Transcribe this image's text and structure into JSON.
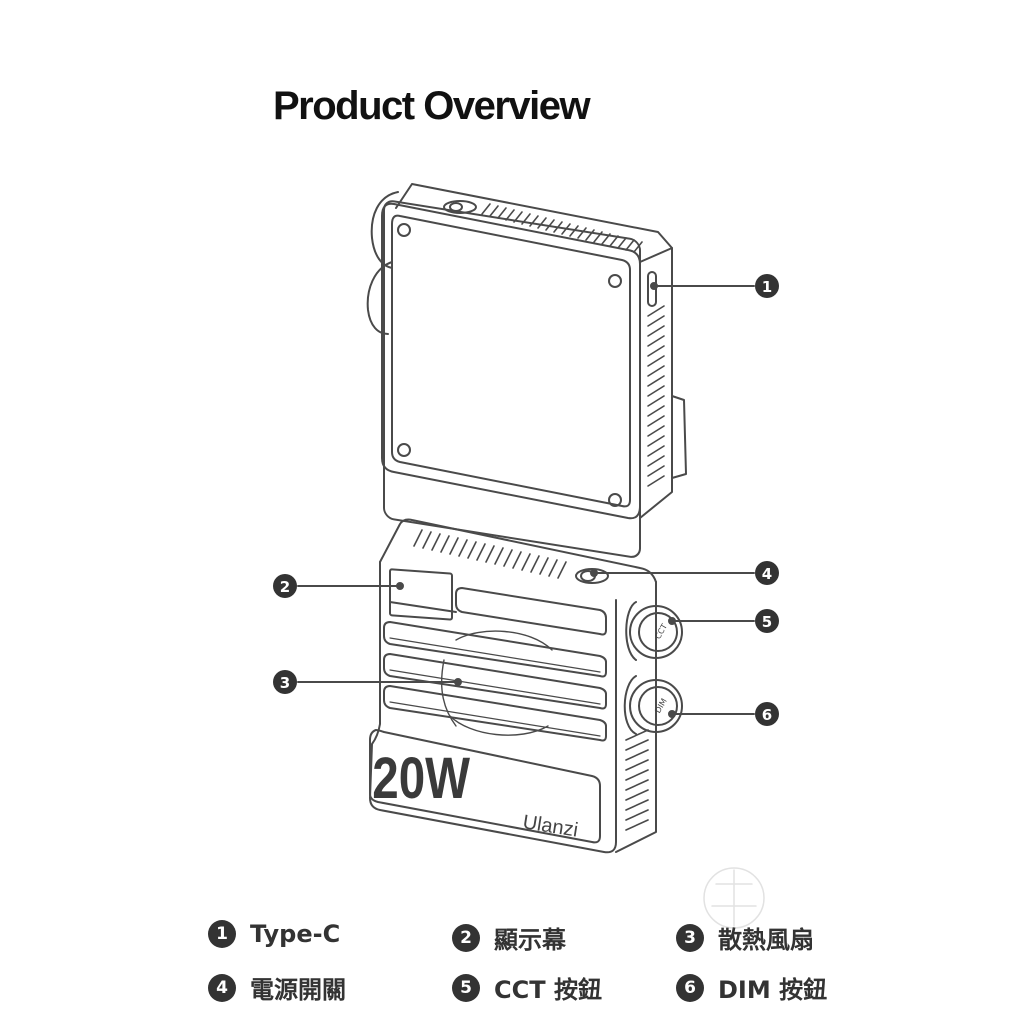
{
  "title": "Product Overview",
  "device": {
    "wattage_label": "20W",
    "brand_label": "Ulanzi",
    "cct_button_label": "CCT",
    "dim_button_label": "DIM"
  },
  "callouts": [
    {
      "number": "1"
    },
    {
      "number": "2"
    },
    {
      "number": "3"
    },
    {
      "number": "4"
    },
    {
      "number": "5"
    },
    {
      "number": "6"
    }
  ],
  "legend": [
    {
      "number": "1",
      "label": "Type-C"
    },
    {
      "number": "2",
      "label": "顯示幕"
    },
    {
      "number": "3",
      "label": "散熱風扇"
    },
    {
      "number": "4",
      "label": "電源開關"
    },
    {
      "number": "5",
      "label": "CCT 按鈕"
    },
    {
      "number": "6",
      "label": "DIM 按鈕"
    }
  ],
  "colors": {
    "line": "#4a4a4a",
    "callout_fill": "#333333",
    "legend_text": "#333333"
  }
}
